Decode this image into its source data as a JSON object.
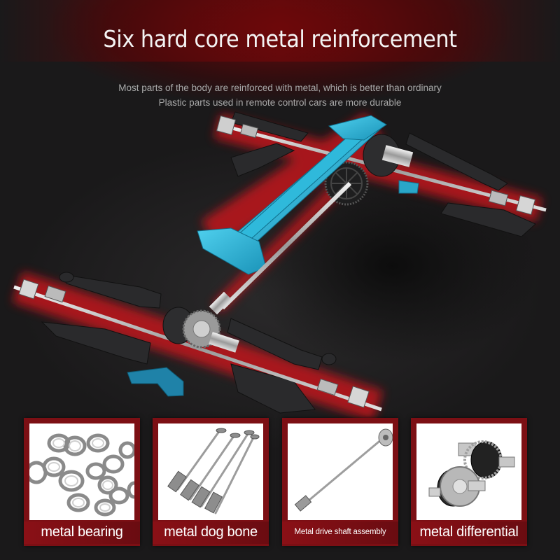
{
  "header": {
    "title": "Six hard core metal reinforcement",
    "subtitle_line1": "Most parts of the body are reinforced with metal, which is better than ordinary",
    "subtitle_line2": "Plastic parts used in remote control cars are more durable"
  },
  "colors": {
    "accent_red": "#7c0f14",
    "chassis_blue": "#29b6d8",
    "glow_red": "#c0141c",
    "background": "#1c1b1c"
  },
  "features": [
    {
      "label": "metal bearing",
      "icon": "bearing-icon"
    },
    {
      "label": "metal dog bone",
      "icon": "dog-bone-icon"
    },
    {
      "label": "Metal drive shaft assembly",
      "icon": "drive-shaft-icon"
    },
    {
      "label": "metal differential",
      "icon": "differential-icon"
    }
  ]
}
